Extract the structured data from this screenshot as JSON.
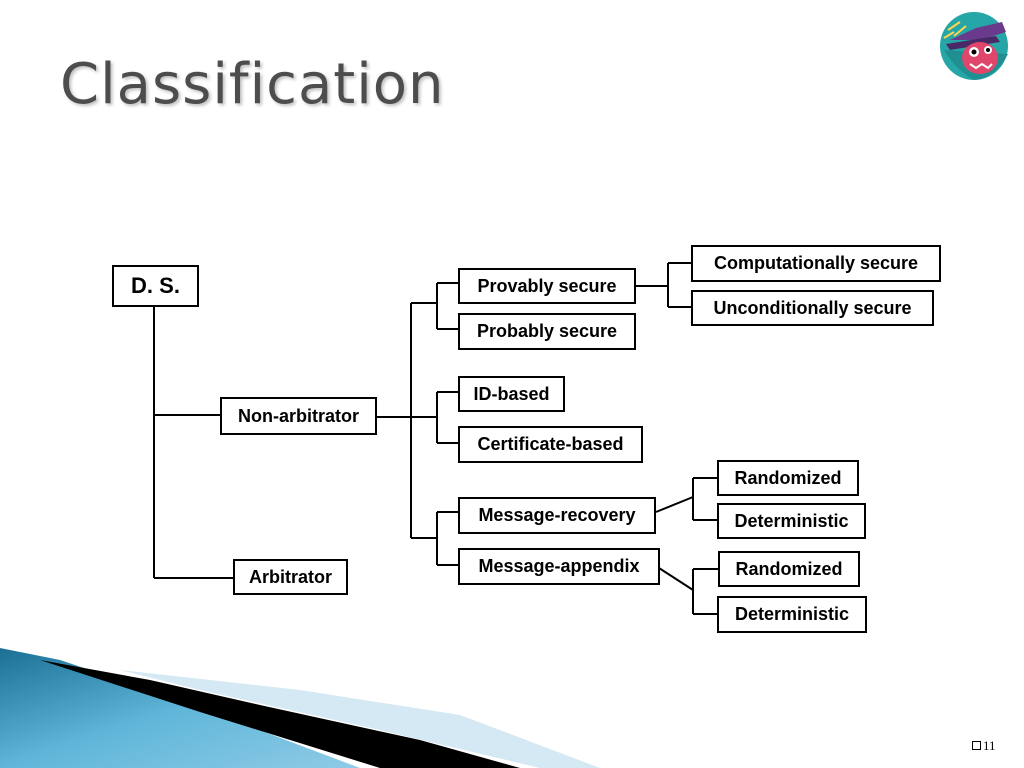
{
  "slide": {
    "title": "Classification",
    "page_number": "11"
  },
  "diagram": {
    "root": "D. S.",
    "nodes": {
      "non_arbitrator": "Non-arbitrator",
      "arbitrator": "Arbitrator",
      "provably_secure": "Provably secure",
      "probably_secure": "Probably secure",
      "id_based": "ID-based",
      "certificate_based": "Certificate-based",
      "message_recovery": "Message-recovery",
      "message_appendix": "Message-appendix",
      "computationally_secure": "Computationally secure",
      "unconditionally_secure": "Unconditionally secure",
      "recovery_randomized": "Randomized",
      "recovery_deterministic": "Deterministic",
      "appendix_randomized": "Randomized",
      "appendix_deterministic": "Deterministic"
    }
  },
  "colors": {
    "line": "#000000",
    "title": "#4d4d4d",
    "wave_dark": "#1b6f95",
    "wave_light": "#5fb6d9",
    "wave_pale": "#d4e9f3"
  },
  "icons": {
    "logo": "cartoon-face-logo-icon",
    "page_bullet": "square-bullet-icon"
  }
}
